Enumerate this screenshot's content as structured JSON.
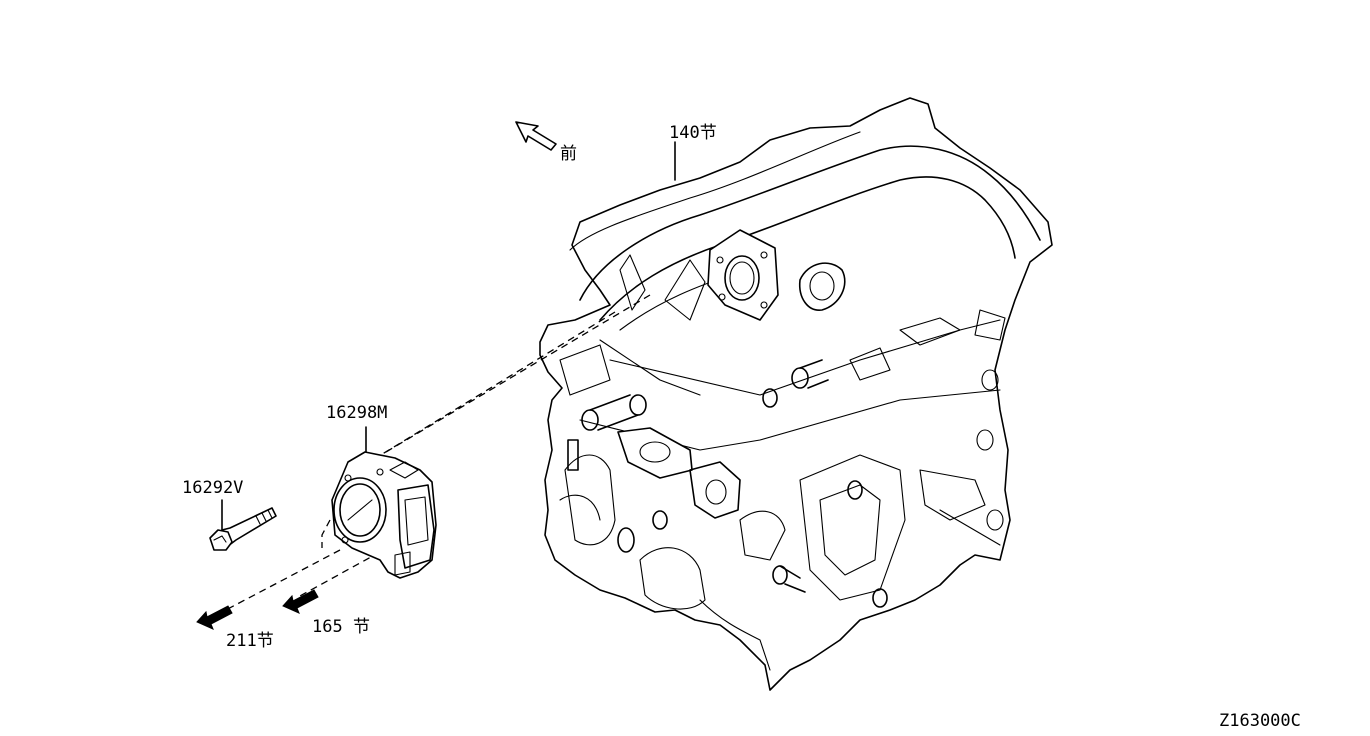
{
  "labels": {
    "intake_manifold_ref": "140节",
    "throttle_body_part": "16298M",
    "bolt_part": "16292V",
    "ref_211": "211节",
    "ref_165": "165 节",
    "front_marker": "前",
    "diagram_code": "Z163000C"
  }
}
